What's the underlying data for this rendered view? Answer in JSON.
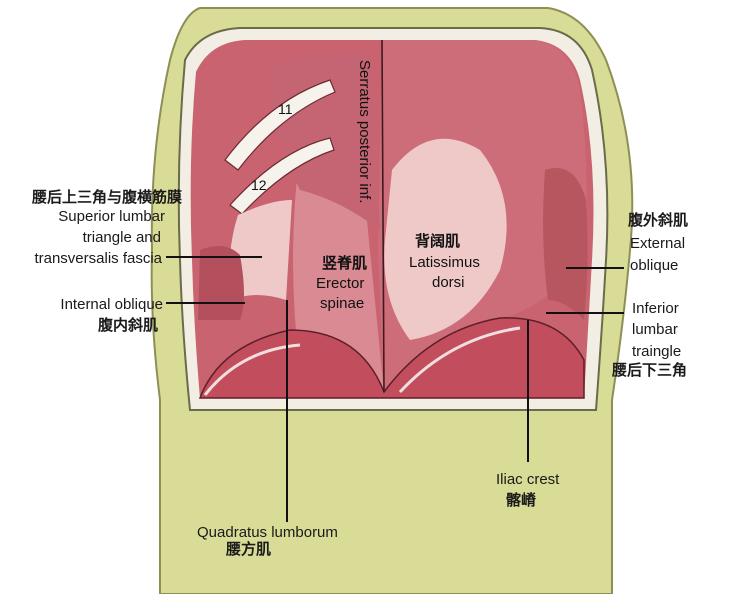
{
  "colors": {
    "skin": "#d9dc97",
    "skin_edge": "#8e8f55",
    "muscle": "#c9636f",
    "muscle_light": "#e9b7ba",
    "muscle_dark": "#8e3a45",
    "fascia": "#f3d9d6",
    "leader_line": "#111111"
  },
  "rib_numbers": {
    "rib11": "11",
    "rib12": "12"
  },
  "labels": {
    "serratus": "Serratus posterior inf.",
    "superior_triangle": {
      "zh": "腰后上三角与腹横筋膜",
      "en_line1": "Superior lumbar",
      "en_line2": "triangle and",
      "en_line3": "transversalis fascia"
    },
    "internal_oblique": {
      "en": "Internal oblique",
      "zh": "腹内斜肌"
    },
    "erector_spinae": {
      "zh": "竖脊肌",
      "en_line1": "Erector",
      "en_line2": "spinae"
    },
    "latissimus": {
      "zh": "背阔肌",
      "en_line1": "Latissimus",
      "en_line2": "dorsi"
    },
    "external_oblique": {
      "zh": "腹外斜肌",
      "en_line1": "External",
      "en_line2": "oblique"
    },
    "inferior_triangle": {
      "en_line1": "Inferior",
      "en_line2": "lumbar",
      "en_line3": "traingle",
      "zh": "腰后下三角"
    },
    "iliac_crest": {
      "en": "Iliac crest",
      "zh": "髂嵴"
    },
    "quadratus": {
      "en": "Quadratus lumborum",
      "zh": "腰方肌"
    }
  }
}
